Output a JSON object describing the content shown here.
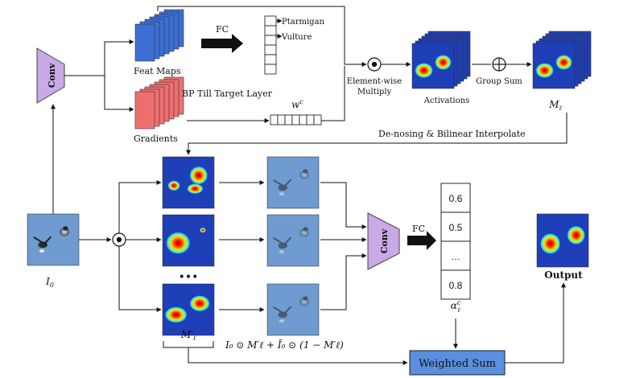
{
  "labels": {
    "feat_maps": "Feat Maps",
    "gradients": "Gradients",
    "fc_top": "FC",
    "ptarmigan": "Ptarmigan",
    "vulture": "Vulture",
    "bp": "BP Till Target Layer",
    "wc": "w",
    "wc_sup": "c",
    "elementwise_1": "Element-wise",
    "elementwise_2": "Multiply",
    "activations": "Activations",
    "group_sum": "Group Sum",
    "m_l": "M",
    "m_l_sub": "ℓ",
    "denoise": "De-nosing & Bilinear Interpolate",
    "conv_top": "Conv",
    "conv_mid": "Conv",
    "fc_mid": "FC",
    "i0": "I",
    "i0_sub": "0",
    "dots": "•••",
    "mprime": "M′",
    "mprime_sub": "ℓ",
    "formula": "I₀ ⊙ M′ℓ + Ĩ₀ ⊙ (1 − M′ℓ)",
    "alpha": "α",
    "alpha_sup": "c",
    "alpha_sub": "ℓ",
    "weighted_sum": "Weighted Sum",
    "output": "Output"
  },
  "alpha_values": [
    "0.6",
    "0.5",
    "…",
    "0.8"
  ],
  "colors": {
    "blue_map": "#3b6fd6",
    "red_map": "#ef6f6f",
    "conv_fill": "#c9a9e6",
    "weighted_fill": "#5b8ede",
    "heat_bg": "#1f3fb8",
    "photo_bg": "#6f9bd0"
  }
}
